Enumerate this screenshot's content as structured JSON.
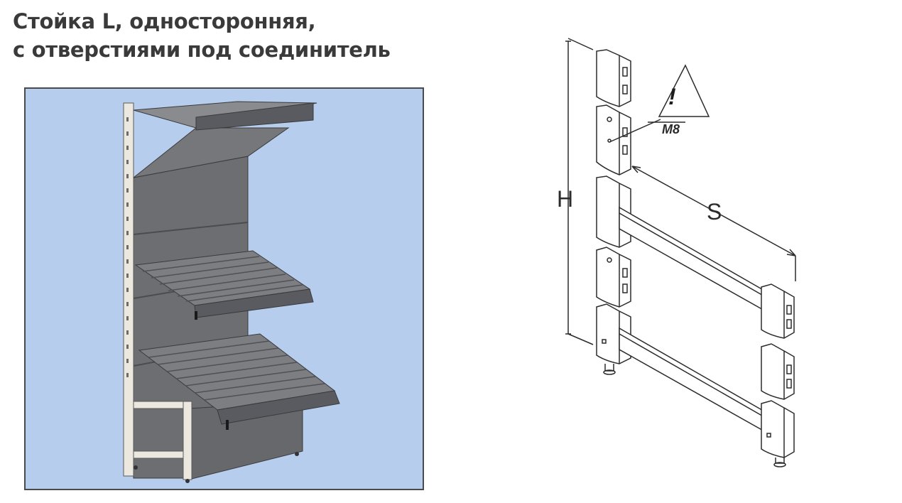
{
  "title": {
    "line1": "Стойка L, односторонняя,",
    "line2": "с отверстиями под соединитель"
  },
  "diagram": {
    "height_label": "H",
    "span_label": "S",
    "bolt_label": "M8",
    "warning_symbol": "!"
  },
  "colors": {
    "title_text": "#3a3a3a",
    "render_background": "#b7cdee",
    "panel_gray": "#6e6f73",
    "upright_beige": "#e9e5dc",
    "line_drawing": "#2b2b2b"
  },
  "icons": {
    "warning": "warning-triangle-icon"
  }
}
